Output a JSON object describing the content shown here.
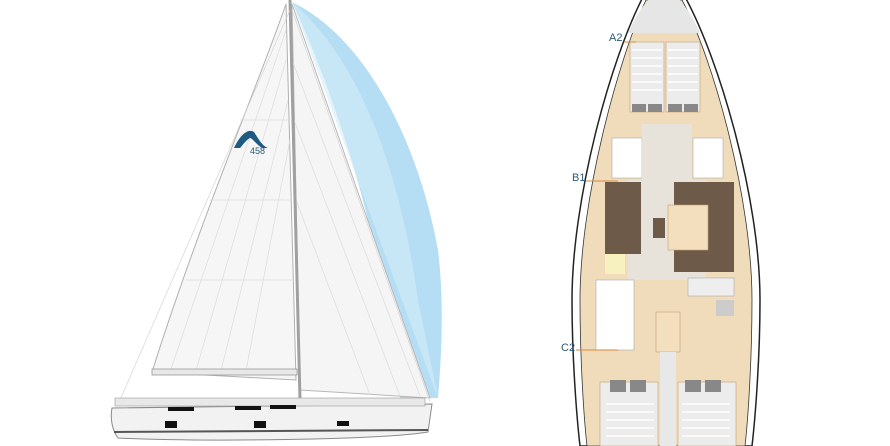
{
  "image": {
    "description": "Sail plan side profile and interior deck layout of a sailing yacht",
    "colors": {
      "background": "#ffffff",
      "sail": "#f4f4f4",
      "gennaker": "#a8d8f2",
      "hull": "#f2f2f2",
      "wood": "#f0dcba",
      "upholstery": "#6e5a48",
      "label": "#2a5a7a",
      "section_line": "#d9893a"
    }
  },
  "sail_plan": {
    "logo_number": "458"
  },
  "deck_layout": {
    "section_labels": [
      "A2",
      "B1",
      "C2"
    ]
  }
}
